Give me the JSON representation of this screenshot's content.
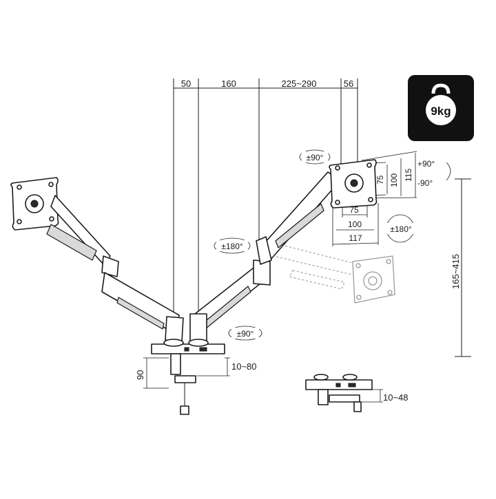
{
  "weight_badge": {
    "label": "9kg",
    "icon": "kettlebell-icon"
  },
  "dimensions": {
    "top_spacing": [
      "50",
      "160",
      "225~290",
      "56"
    ],
    "vesa_height": [
      "75",
      "100",
      "115"
    ],
    "vesa_width": [
      "75",
      "100",
      "117"
    ],
    "height_range": "165~415",
    "clamp_height": "90",
    "desk_clamp": "10~80",
    "grommet": "10~48"
  },
  "rotations": {
    "tilt_up": "+90°",
    "tilt_down": "-90°",
    "swivel_top": "±90°",
    "arm_pivot": "±180°",
    "vesa_rotate": "±180°",
    "base_swivel": "±90°"
  },
  "colors": {
    "line": "#1a1a1a",
    "badge": "#111111",
    "ghost": "#9a9a9a"
  }
}
